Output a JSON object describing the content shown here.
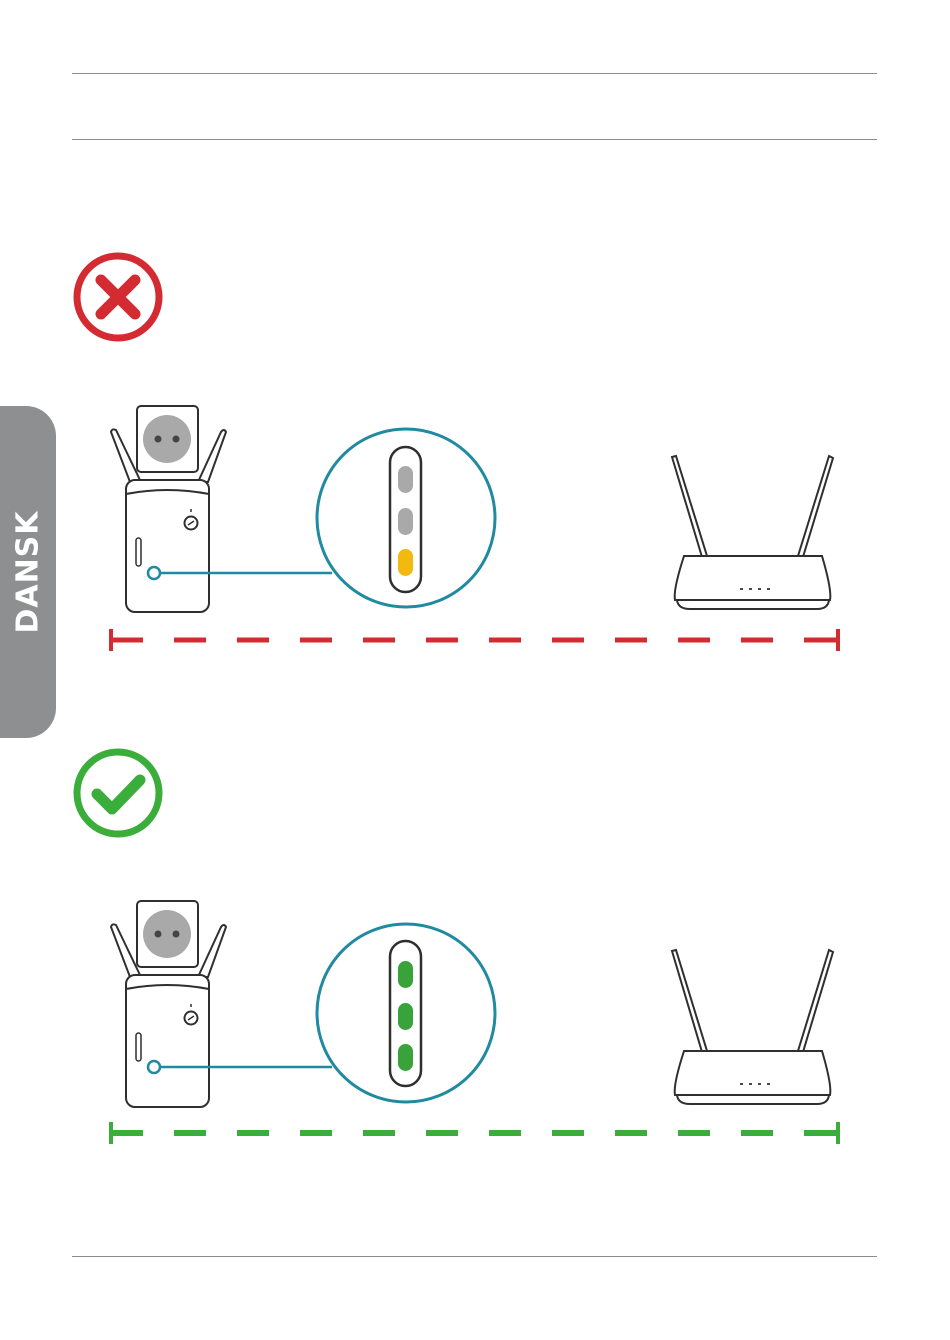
{
  "side_tab": {
    "label": "DANSK"
  },
  "colors": {
    "bad": "#d42b32",
    "good": "#3bad3b",
    "teal": "#1f8aa0",
    "led_off": "#a9a9a9",
    "led_amber": "#f2b90f",
    "led_green": "#3aa23a",
    "device_stroke": "#2f2f2f"
  },
  "scenarios": [
    {
      "status": "too-far",
      "status_icon": "cross-icon",
      "leds": [
        "off",
        "off",
        "amber"
      ]
    },
    {
      "status": "good-distance",
      "status_icon": "check-icon",
      "leds": [
        "green",
        "green",
        "green"
      ]
    }
  ]
}
